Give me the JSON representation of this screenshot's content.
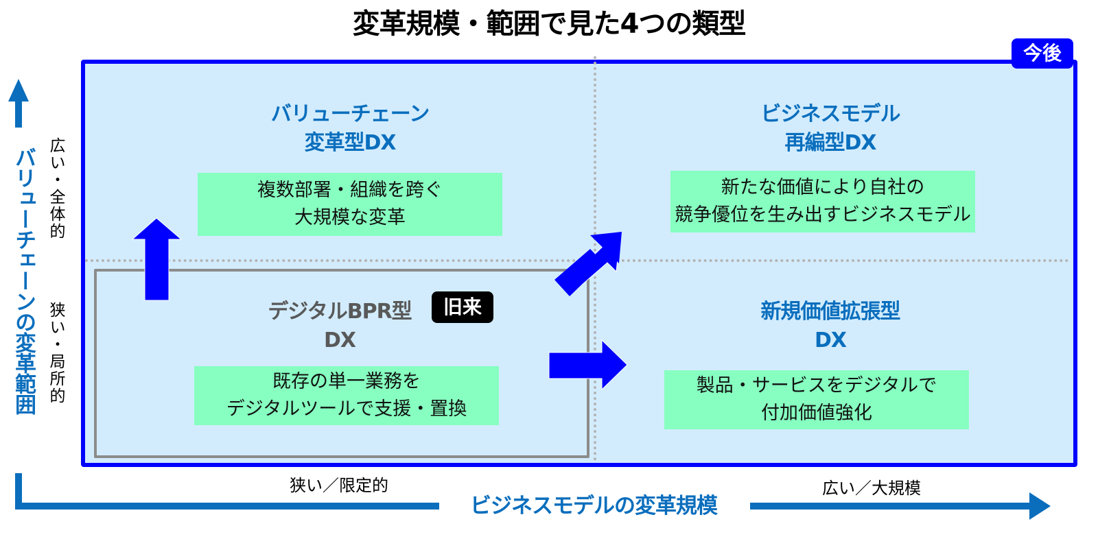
{
  "title": "変革規模・範囲で見た4つの類型",
  "badges": {
    "future": "今後",
    "legacy": "旧来"
  },
  "y_axis": {
    "title": "バリューチェーンの変革範囲",
    "high_label": "広い・全体的",
    "low_label": "狭い・局所的"
  },
  "x_axis": {
    "title": "ビジネスモデルの変革規模",
    "low_label": "狭い／限定的",
    "high_label": "広い／大規模"
  },
  "quadrants": {
    "top_left": {
      "title_line1": "バリューチェーン",
      "title_line2": "変革型DX",
      "desc_line1": "複数部署・組織を跨ぐ",
      "desc_line2": "大規模な変革"
    },
    "top_right": {
      "title_line1": "ビジネスモデル",
      "title_line2": "再編型DX",
      "desc_line1": "新たな価値により自社の",
      "desc_line2": "競争優位を生み出すビジネスモデル"
    },
    "bottom_left": {
      "title_line1": "デジタルBPR型",
      "title_line2": "DX",
      "desc_line1": "既存の単一業務を",
      "desc_line2": "デジタルツールで支援・置換"
    },
    "bottom_right": {
      "title_line1": "新規価値拡張型",
      "title_line2": "DX",
      "desc_line1": "製品・サービスをデジタルで",
      "desc_line2": "付加価値強化"
    }
  },
  "colors": {
    "frame_blue": "#0000ff",
    "axis_blue": "#0a6ebd",
    "quadrant_bg": "#d2ecfd",
    "desc_bg": "#86ffc0",
    "legacy_border": "#8c8c8c"
  }
}
